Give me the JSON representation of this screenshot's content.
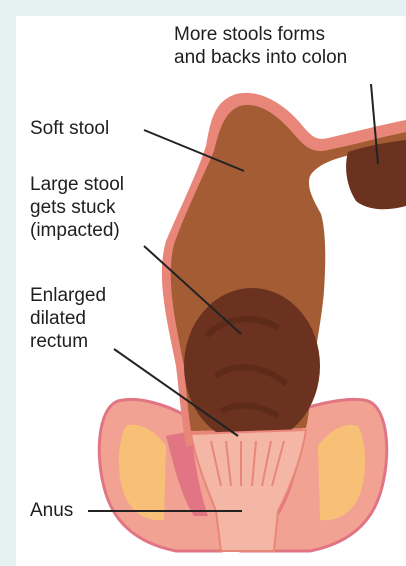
{
  "labels": {
    "more_stools": "More stools forms\nand backs into colon",
    "soft_stool": "Soft stool",
    "large_stool": "Large stool\ngets stuck\n(impacted)",
    "enlarged_rectum": "Enlarged\ndilated\nrectum",
    "anus": "Anus"
  },
  "colors": {
    "outer_background": "#e6f2f1",
    "panel_background": "#ffffff",
    "bowel_wall": "#e9867a",
    "bowel_wall_light": "#f4b7a5",
    "soft_stool": "#a45c35",
    "impacted_stool": "#6b3220",
    "tissue": "#f1a292",
    "fat_yellow": "#f7c076",
    "muscle_pink": "#e27583",
    "leader_line": "#222222"
  }
}
